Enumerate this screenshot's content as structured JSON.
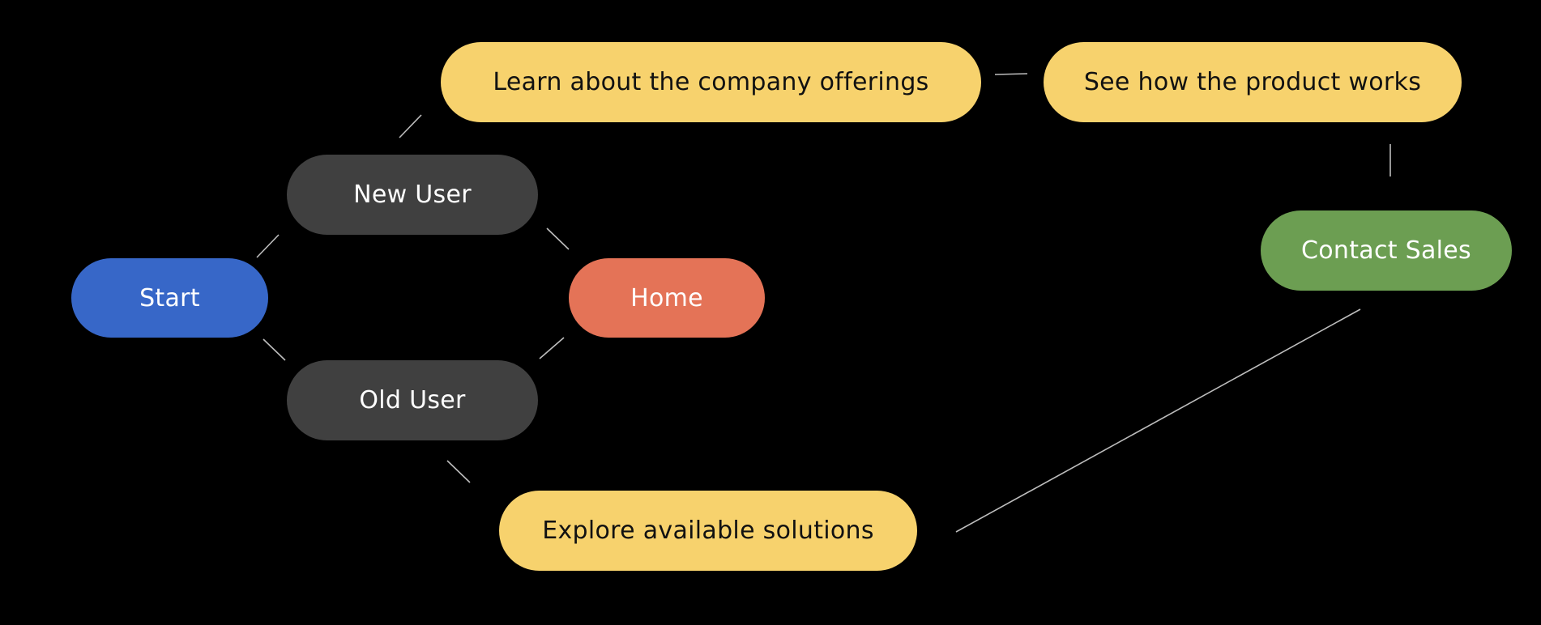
{
  "nodes": {
    "start": {
      "label": "Start",
      "color": "#3767C8",
      "text_color": "#FFFFFF"
    },
    "new_user": {
      "label": "New User",
      "color": "#404040",
      "text_color": "#FFFFFF"
    },
    "old_user": {
      "label": "Old User",
      "color": "#404040",
      "text_color": "#FFFFFF"
    },
    "home": {
      "label": "Home",
      "color": "#E47357",
      "text_color": "#FFFFFF"
    },
    "learn": {
      "label": "Learn about the company offerings",
      "color": "#F7D26D",
      "text_color": "#111111"
    },
    "see": {
      "label": "See how the product works",
      "color": "#F7D26D",
      "text_color": "#111111"
    },
    "contact": {
      "label": "Contact Sales",
      "color": "#6C9E52",
      "text_color": "#FFFFFF"
    },
    "explore": {
      "label": "Explore available solutions",
      "color": "#F7D26D",
      "text_color": "#111111"
    }
  },
  "edges": [
    {
      "from": "start",
      "to": "new_user"
    },
    {
      "from": "start",
      "to": "old_user"
    },
    {
      "from": "new_user",
      "to": "home"
    },
    {
      "from": "old_user",
      "to": "home"
    },
    {
      "from": "new_user",
      "to": "learn"
    },
    {
      "from": "learn",
      "to": "see"
    },
    {
      "from": "see",
      "to": "contact"
    },
    {
      "from": "old_user",
      "to": "explore"
    },
    {
      "from": "explore",
      "to": "contact"
    }
  ],
  "connector_color": "#BDBDBD",
  "background_color": "#000000"
}
